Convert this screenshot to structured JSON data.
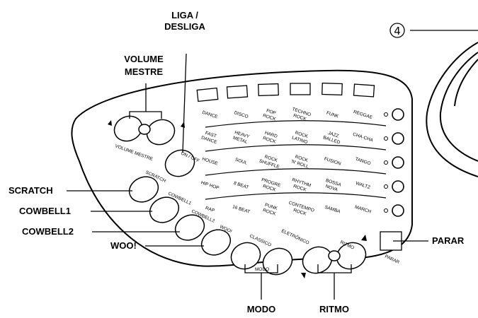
{
  "callouts": {
    "power": [
      "LIGA /",
      "DESLIGA"
    ],
    "volume": [
      "VOLUME",
      "MESTRE"
    ],
    "scratch": "SCRATCH",
    "cowbell1": "COWBELL1",
    "cowbell2": "COWBELL2",
    "woo": "WOO!",
    "modo": "MODO",
    "ritmo": "RITMO",
    "parar": "PARAR",
    "item_number": "4"
  },
  "panel_labels": {
    "volume_mestre": "VOLUME MESTRE",
    "on_off": "ON / OFF",
    "scratch": "SCRATCH",
    "cowbell1": "COWBELL1",
    "cowbell2": "COWBELL2",
    "woo": "WOO!",
    "classico": "CLASSICO",
    "eletronico": "ELETRÔNICO",
    "modo": "MODO",
    "ritmo": "RITMO",
    "parar": "PARAR"
  },
  "rhythms": [
    [
      [
        "DANCE"
      ],
      [
        "DISCO"
      ],
      [
        "POP",
        "ROCK"
      ],
      [
        "TECHNO",
        "ROCK"
      ],
      [
        "FUNK"
      ],
      [
        "REGGAE"
      ]
    ],
    [
      [
        "FAST",
        "DANCE"
      ],
      [
        "HEAVY",
        "METAL"
      ],
      [
        "HARD",
        "ROCK"
      ],
      [
        "ROCK",
        "LATINO"
      ],
      [
        "JAZZ",
        "BALLED"
      ],
      [
        "CHA-CHA"
      ]
    ],
    [
      [
        "HOUSE"
      ],
      [
        "SOUL"
      ],
      [
        "ROCK",
        "SHUFFLE"
      ],
      [
        "ROCK",
        "'N' ROLL"
      ],
      [
        "FUSION"
      ],
      [
        "TANGO"
      ]
    ],
    [
      [
        "HIP HOP"
      ],
      [
        "8 BEAT"
      ],
      [
        "PROGRE",
        "ROCK"
      ],
      [
        "RHYTHM",
        "ROCK"
      ],
      [
        "BOSSA",
        "NOVA"
      ],
      [
        "WALTZ"
      ]
    ],
    [
      [
        "RAP"
      ],
      [
        "16 BEAT"
      ],
      [
        "PUNK",
        "ROCK"
      ],
      [
        "CONTEMPO",
        "ROCK"
      ],
      [
        "SAMBA"
      ],
      [
        "MARCH"
      ]
    ]
  ]
}
